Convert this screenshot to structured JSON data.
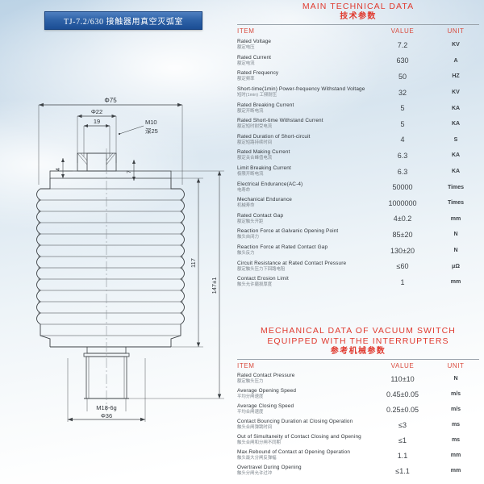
{
  "product": {
    "banner_title": "TJ-7.2/630 接触器用真空灭弧室"
  },
  "drawing": {
    "dim_outer_diameter": "Φ75",
    "dim_stem_diameter": "Φ22",
    "dim_flat": "19",
    "dim_thread_top": "M10",
    "dim_thread_depth": "深25",
    "dim_small_4": "4",
    "dim_small_7": "7",
    "dim_height_body": "117",
    "dim_height_total": "147±1",
    "dim_thread_bottom": "M18-6g",
    "dim_base_diameter": "Φ36"
  },
  "table_main": {
    "title_en": "MAIN TECHNICAL DATA",
    "title_cn": "技术参数",
    "columns": {
      "item": "ITEM",
      "value": "VALUE",
      "unit": "UNIT"
    },
    "rows": [
      {
        "en": "Rated Voltage",
        "cn": "额定电压",
        "value": "7.2",
        "unit": "KV"
      },
      {
        "en": "Rated Current",
        "cn": "额定电流",
        "value": "630",
        "unit": "A"
      },
      {
        "en": "Rated Frequency",
        "cn": "额定频率",
        "value": "50",
        "unit": "HZ"
      },
      {
        "en": "Short-time(1min) Power-frequency  Withstand  Voltage",
        "cn": "短时(1min) 工频耐压",
        "value": "32",
        "unit": "KV"
      },
      {
        "en": "Rated Breaking Current",
        "cn": "额定开断电流",
        "value": "5",
        "unit": "KA"
      },
      {
        "en": "Rated Short-time Withstand Current",
        "cn": "额定短时耐受电流",
        "value": "5",
        "unit": "KA"
      },
      {
        "en": "Rated Duration of Short-circuit",
        "cn": "额定短路持续时间",
        "value": "4",
        "unit": "S"
      },
      {
        "en": "Rated Making Current",
        "cn": "额定关合峰值电流",
        "value": "6.3",
        "unit": "KA"
      },
      {
        "en": "Limit Breaking Current",
        "cn": "极限开断电流",
        "value": "6.3",
        "unit": "KA"
      },
      {
        "en": "Electrical Endurance(AC-4)",
        "cn": "电寿命",
        "value": "50000",
        "unit": "Times"
      },
      {
        "en": "Mechanical Endurance",
        "cn": "机械寿命",
        "value": "1000000",
        "unit": "Times"
      },
      {
        "en": "Rated  Contact Gap",
        "cn": "额定触头开距",
        "value": "4±0.2",
        "unit": "mm"
      },
      {
        "en": "Reaction  Force at Galvanic Opening Point",
        "cn": "触头自闭力",
        "value": "85±20",
        "unit": "N"
      },
      {
        "en": "Reaction  Force  at Rated  Contact Gap",
        "cn": "触头反力",
        "value": "130±20",
        "unit": "N"
      },
      {
        "en": "Circuit  Resistance at Rated Contact Pressure",
        "cn": "额定触头压力下回路电阻",
        "value": "≤60",
        "unit": "μΩ"
      },
      {
        "en": "Contact Erosion Limit",
        "cn": "触头允许磨损厚度",
        "value": "1",
        "unit": "mm"
      }
    ]
  },
  "table_mech": {
    "title_en_line1": "MECHANICAL DATA OF VACUUM SWITCH",
    "title_en_line2": "EQUIPPED WITH THE INTERRUPTERS",
    "title_cn": "参考机械参数",
    "columns": {
      "item": "ITEM",
      "value": "VALUE",
      "unit": "UNIT"
    },
    "rows": [
      {
        "en": "Rated  Contact  Pressure",
        "cn": "额定触头压力",
        "value": "110±10",
        "unit": "N"
      },
      {
        "en": "Average Opening Speed",
        "cn": "平均分闸速度",
        "value": "0.45±0.05",
        "unit": "m/s"
      },
      {
        "en": "Average Closing Speed",
        "cn": "平均合闸速度",
        "value": "0.25±0.05",
        "unit": "m/s"
      },
      {
        "en": "Contact Bouncing Duration at Closing Operation",
        "cn": "触头合闸弹跳时间",
        "value": "≤3",
        "unit": "ms"
      },
      {
        "en": "Out of Simultaneity of Contact Closing and Opening",
        "cn": "触头合闸和分闸不同期",
        "value": "≤1",
        "unit": "ms"
      },
      {
        "en": "Max.Rebound  of Contact  at Opening  Operation",
        "cn": "触头最大分闸反弹幅",
        "value": "1.1",
        "unit": "mm"
      },
      {
        "en": "Overtravel During Opening",
        "cn": "触头分闸允许过冲",
        "value": "≤1.1",
        "unit": "mm"
      }
    ]
  },
  "colors": {
    "accent_red": "#e03a2f",
    "banner_blue": "#1b4d94",
    "text_dark": "#2e3338",
    "text_muted": "#7d858c"
  }
}
